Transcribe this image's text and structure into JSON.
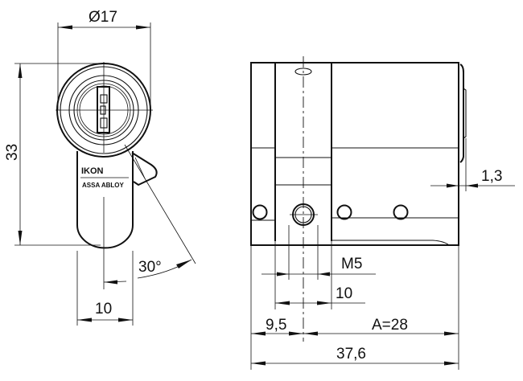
{
  "front_view": {
    "diameter_label": "Ø17",
    "height_label": "33",
    "width_label": "10",
    "angle_label": "30°",
    "brand_logo": "IKON",
    "brand_sub": "ASSA ABLOY"
  },
  "side_view": {
    "flange_label": "1,3",
    "thread_label": "M5",
    "cam_width_label": "10",
    "offset_label": "9,5",
    "a_label": "A=28",
    "total_label": "37,6"
  }
}
